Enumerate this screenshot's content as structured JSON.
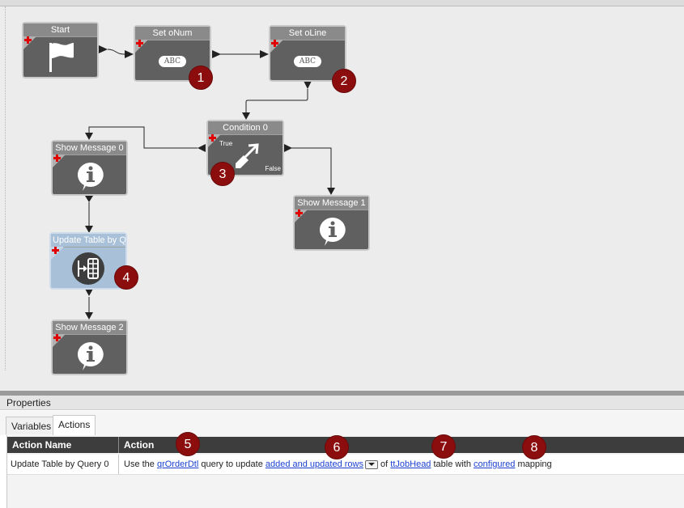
{
  "canvas": {
    "nodes": {
      "start": {
        "title": "Start",
        "icon": "flag-icon"
      },
      "set_onum": {
        "title": "Set oNum",
        "icon_text": "ABC"
      },
      "set_oline": {
        "title": "Set oLine",
        "icon_text": "ABC"
      },
      "condition": {
        "title": "Condition 0",
        "true_label": "True",
        "false_label": "False",
        "icon": "pencil-arrow-icon"
      },
      "show_msg0": {
        "title": "Show Message 0",
        "icon": "info-icon"
      },
      "show_msg1": {
        "title": "Show Message 1",
        "icon": "info-icon"
      },
      "update_table": {
        "title": "Update Table by Q",
        "icon": "update-table-icon"
      },
      "show_msg2": {
        "title": "Show Message 2",
        "icon": "info-icon"
      }
    },
    "badges": [
      "1",
      "2",
      "3",
      "4",
      "5",
      "6",
      "7",
      "8"
    ]
  },
  "properties": {
    "title": "Properties",
    "tabs": [
      {
        "label": "Variables",
        "active": false
      },
      {
        "label": "Actions",
        "active": true
      }
    ],
    "table": {
      "headers": [
        "Action Name",
        "Action"
      ],
      "row": {
        "name": "Update Table by Query 0",
        "p1": "Use the ",
        "link1": "qrOrderDtl",
        "p2": " query to update ",
        "link2": "added and updated rows",
        "p3": " of ",
        "link3": "ttJobHead",
        "p4": " table with ",
        "link4": "configured",
        "p5": " mapping"
      }
    }
  },
  "colors": {
    "node": "#606060",
    "selected_node": "#a8c0d8",
    "badge": "#8b0d0d",
    "link": "#1a3fd1",
    "header": "#3d3d3d"
  }
}
